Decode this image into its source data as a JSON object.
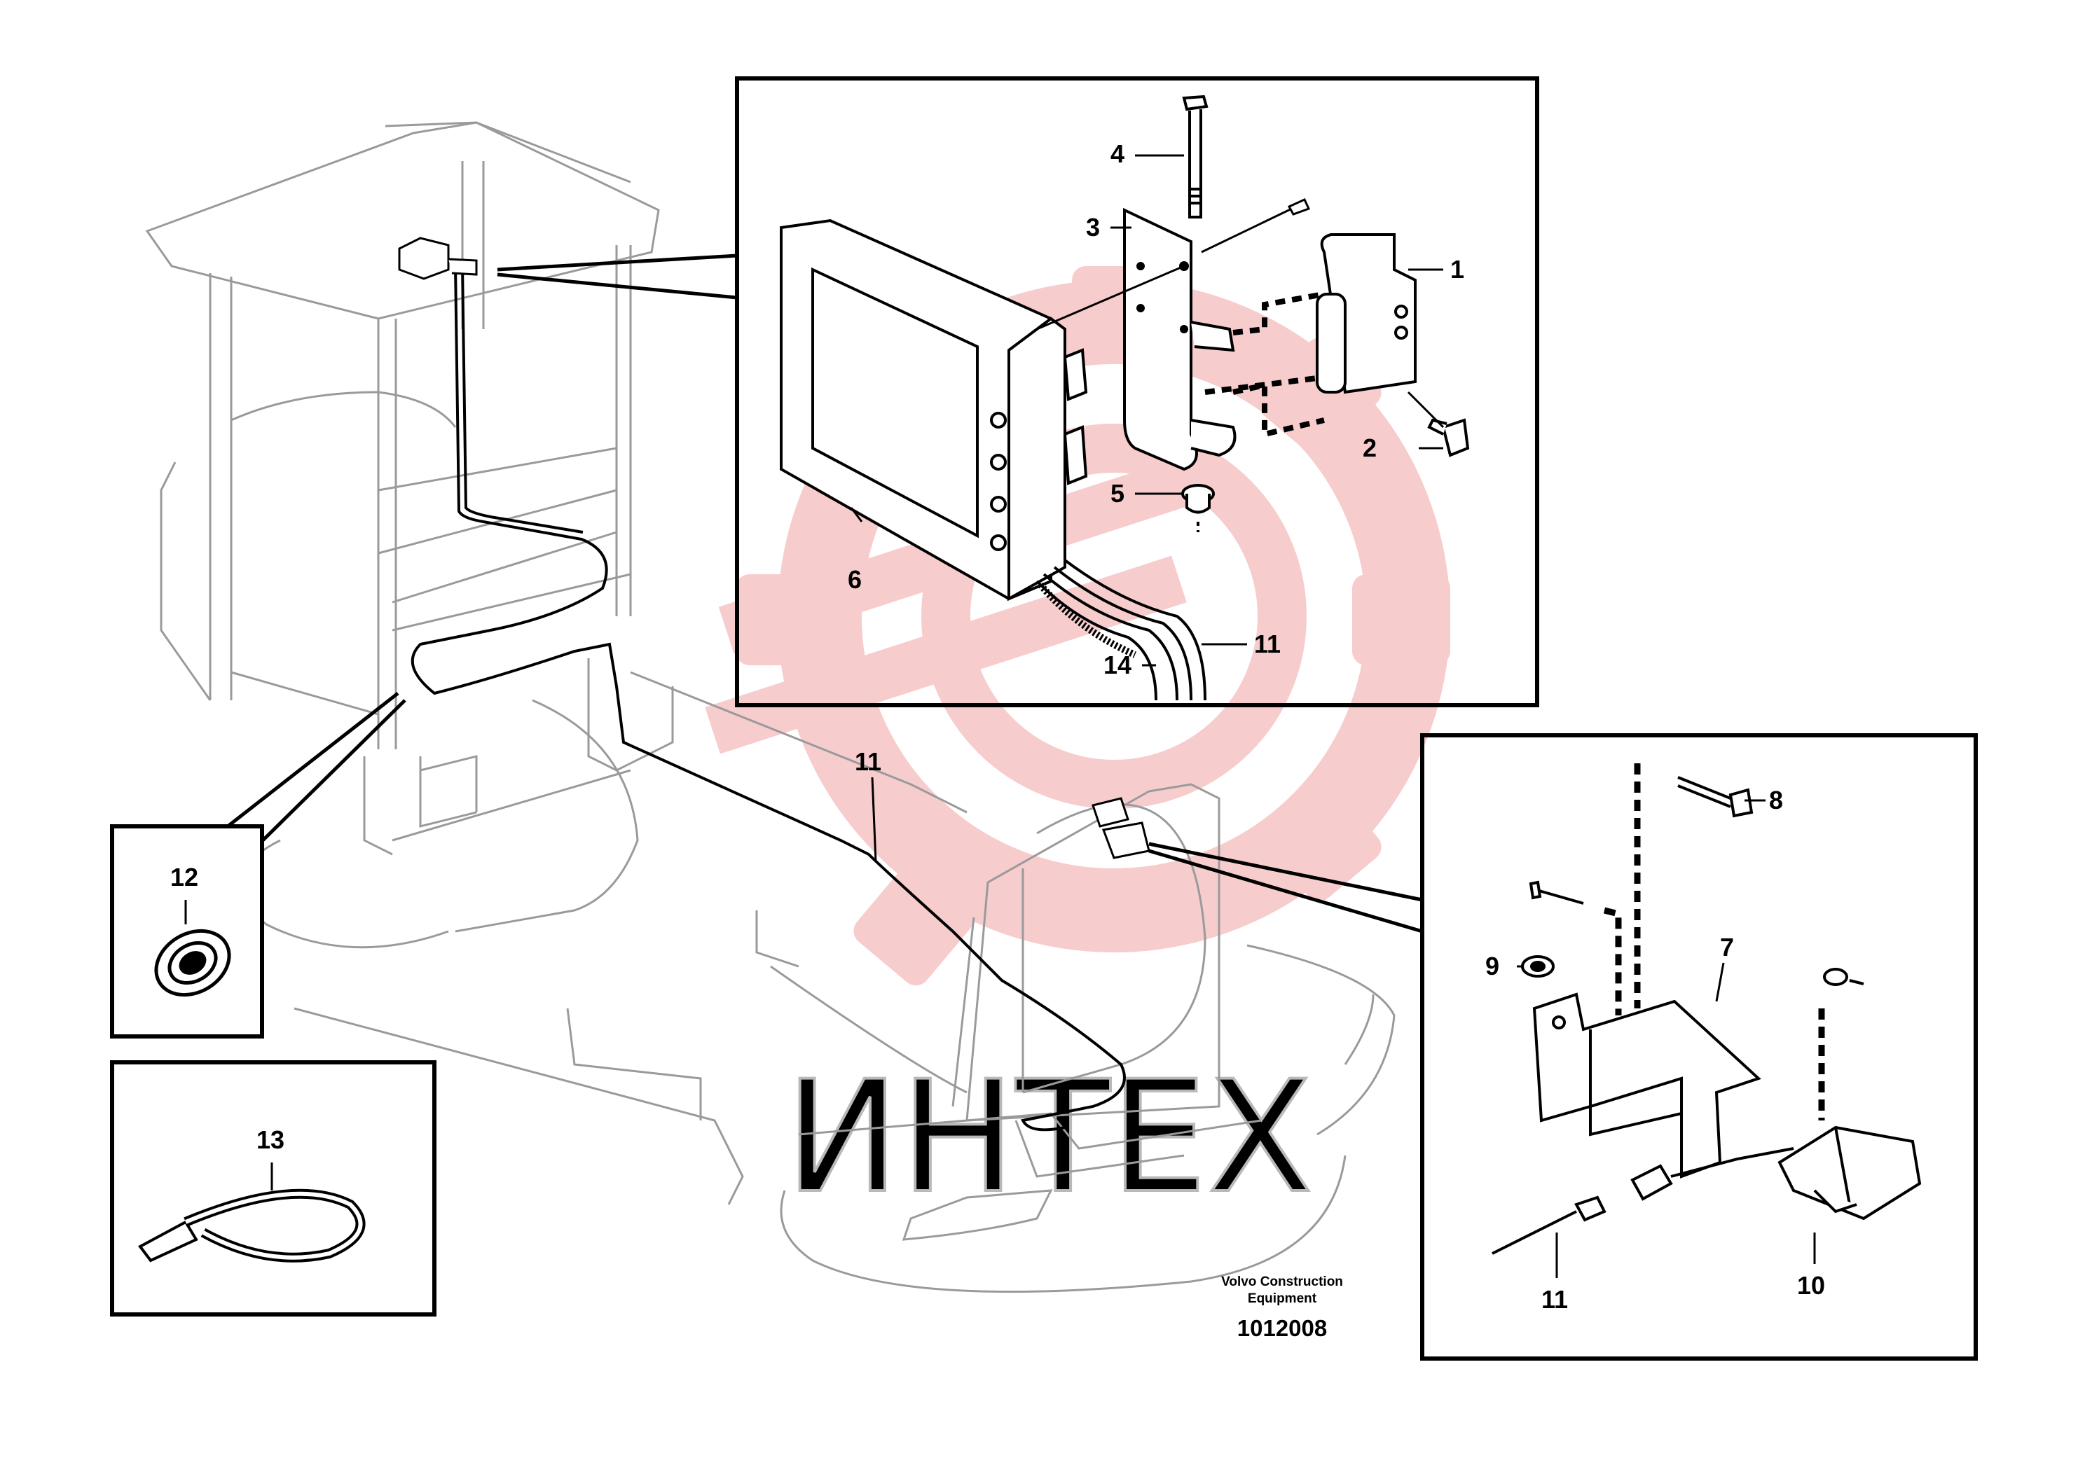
{
  "watermark": {
    "text": "ИНТЕХ",
    "gear_color": "#f4b6b8",
    "text_color": "#c8c8c8"
  },
  "callouts": {
    "c1": "1",
    "c2": "2",
    "c3": "3",
    "c4": "4",
    "c5": "5",
    "c6": "6",
    "c7": "7",
    "c8": "8",
    "c9": "9",
    "c10": "10",
    "c11_main": "11",
    "c11_top": "11",
    "c11_bottom": "11",
    "c12": "12",
    "c13": "13",
    "c14": "14"
  },
  "footer": {
    "line1": "Volvo Construction",
    "line2": "Equipment",
    "number": "1012008"
  }
}
